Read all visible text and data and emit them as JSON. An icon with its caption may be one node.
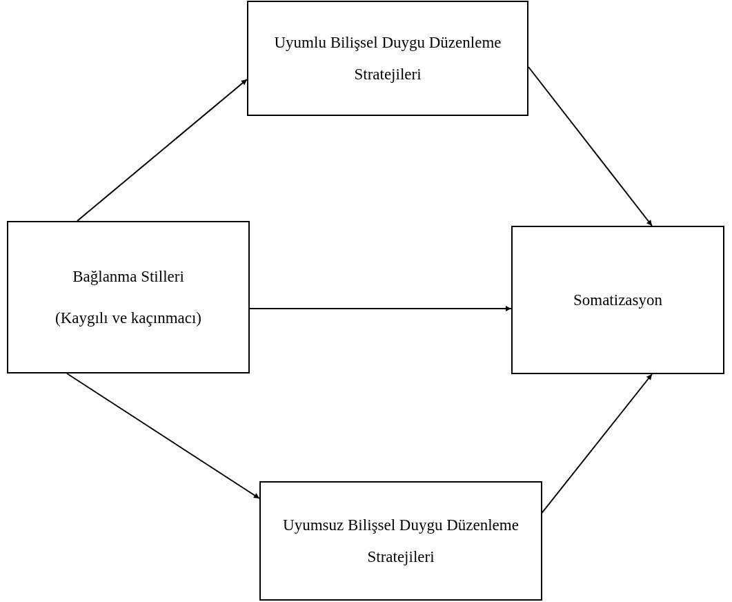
{
  "diagram": {
    "nodes": [
      {
        "text": [
          "Uyumlu Bilişsel Duygu Düzenleme Stratejileri"
        ]
      },
      {
        "text": [
          "Bağlanma Stilleri",
          "(Kaygılı ve kaçınmacı)"
        ]
      },
      {
        "text": [
          "Somatizasyon"
        ]
      },
      {
        "text": [
          "Uyumsuz Bilişsel Duygu Düzenleme Stratejileri"
        ]
      }
    ],
    "edges": [
      {
        "from": 1,
        "to": 0,
        "arrow": "to"
      },
      {
        "from": 0,
        "to": 2,
        "arrow": "to"
      },
      {
        "from": 1,
        "to": 2,
        "arrow": "to"
      },
      {
        "from": 1,
        "to": 3,
        "arrow": "to"
      },
      {
        "from": 3,
        "to": 2,
        "arrow": "to"
      }
    ]
  }
}
